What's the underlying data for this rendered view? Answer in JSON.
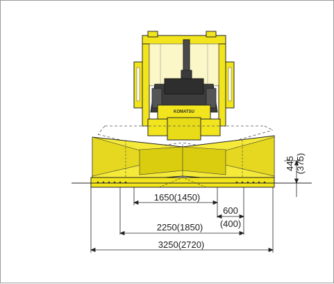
{
  "diagram": {
    "brand_label": "KOMATSU",
    "dimensions": {
      "blade_height": "445",
      "blade_height_alt": "(375)",
      "track_gauge": "1650(1450)",
      "shoe_width": "600",
      "shoe_width_alt": "(400)",
      "overall_width_tracks": "2250(1850)",
      "blade_width": "3250(2720)"
    }
  },
  "colors": {
    "machine_yellow": "#f2e51d",
    "blade_light": "#f5ea3a",
    "blade_dark": "#dacd10",
    "engine_dark": "#3c3c3c",
    "line": "#222222"
  }
}
